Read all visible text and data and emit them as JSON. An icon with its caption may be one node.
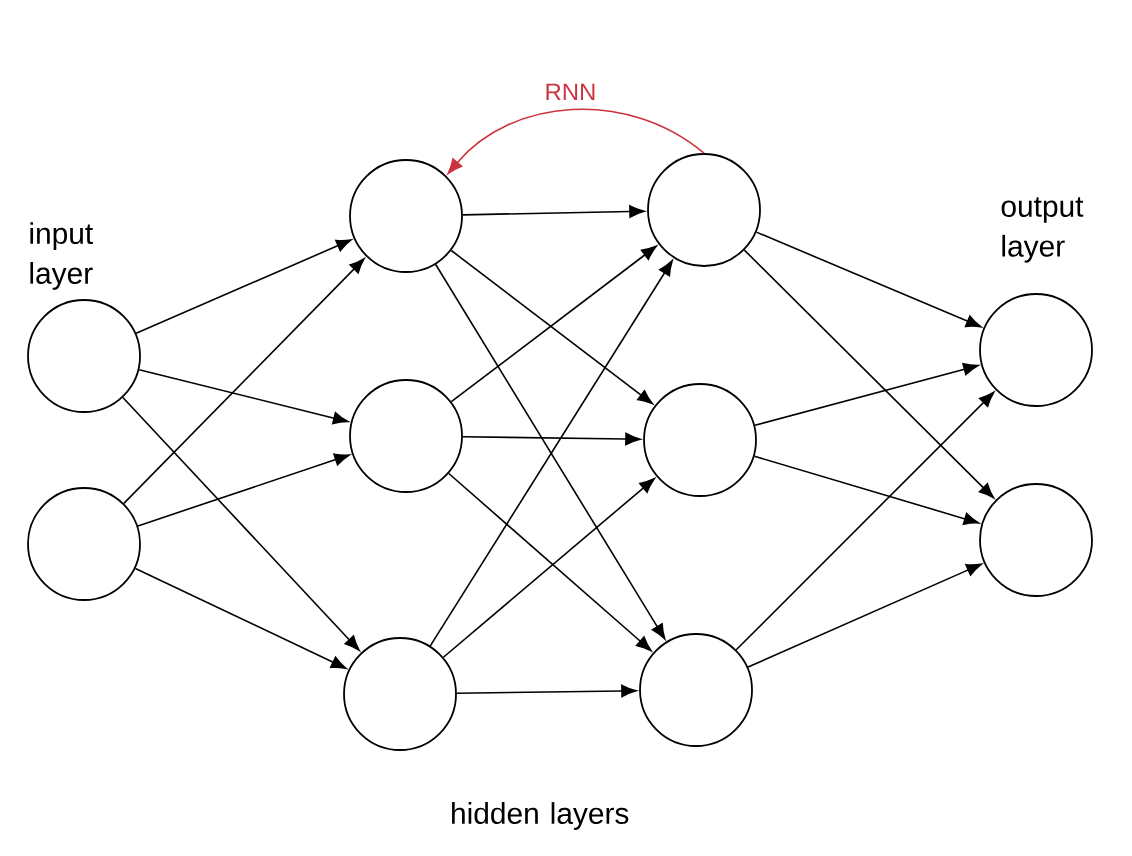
{
  "diagram": {
    "nodes": [
      {
        "text": [],
        "shape": "circle"
      },
      {
        "text": [],
        "shape": "circle"
      },
      {
        "text": [],
        "shape": "circle"
      },
      {
        "text": [],
        "shape": "circle"
      },
      {
        "text": [],
        "shape": "circle"
      },
      {
        "text": [],
        "shape": "circle"
      },
      {
        "text": [],
        "shape": "circle"
      },
      {
        "text": [],
        "shape": "circle"
      },
      {
        "text": [],
        "shape": "circle"
      },
      {
        "text": [],
        "shape": "circle"
      }
    ],
    "edges": [
      {
        "from": 0,
        "to": 2,
        "arrow": "to"
      },
      {
        "from": 0,
        "to": 3,
        "arrow": "to"
      },
      {
        "from": 0,
        "to": 4,
        "arrow": "to"
      },
      {
        "from": 1,
        "to": 2,
        "arrow": "to"
      },
      {
        "from": 1,
        "to": 3,
        "arrow": "to"
      },
      {
        "from": 1,
        "to": 4,
        "arrow": "to"
      },
      {
        "from": 2,
        "to": 5,
        "arrow": "to"
      },
      {
        "from": 2,
        "to": 6,
        "arrow": "to"
      },
      {
        "from": 2,
        "to": 7,
        "arrow": "to"
      },
      {
        "from": 3,
        "to": 5,
        "arrow": "to"
      },
      {
        "from": 3,
        "to": 6,
        "arrow": "to"
      },
      {
        "from": 3,
        "to": 7,
        "arrow": "to"
      },
      {
        "from": 4,
        "to": 5,
        "arrow": "to"
      },
      {
        "from": 4,
        "to": 6,
        "arrow": "to"
      },
      {
        "from": 4,
        "to": 7,
        "arrow": "to"
      },
      {
        "from": 5,
        "to": 8,
        "arrow": "to"
      },
      {
        "from": 5,
        "to": 9,
        "arrow": "to"
      },
      {
        "from": 6,
        "to": 8,
        "arrow": "to"
      },
      {
        "from": 6,
        "to": 9,
        "arrow": "to"
      },
      {
        "from": 7,
        "to": 8,
        "arrow": "to"
      },
      {
        "from": 7,
        "to": 9,
        "arrow": "to"
      },
      {
        "from": 5,
        "to": 2,
        "arrow": "to",
        "label": "RNN",
        "color": "#cc3340"
      }
    ],
    "labels": [
      "input layer",
      "output layer",
      "hidden layers"
    ]
  }
}
